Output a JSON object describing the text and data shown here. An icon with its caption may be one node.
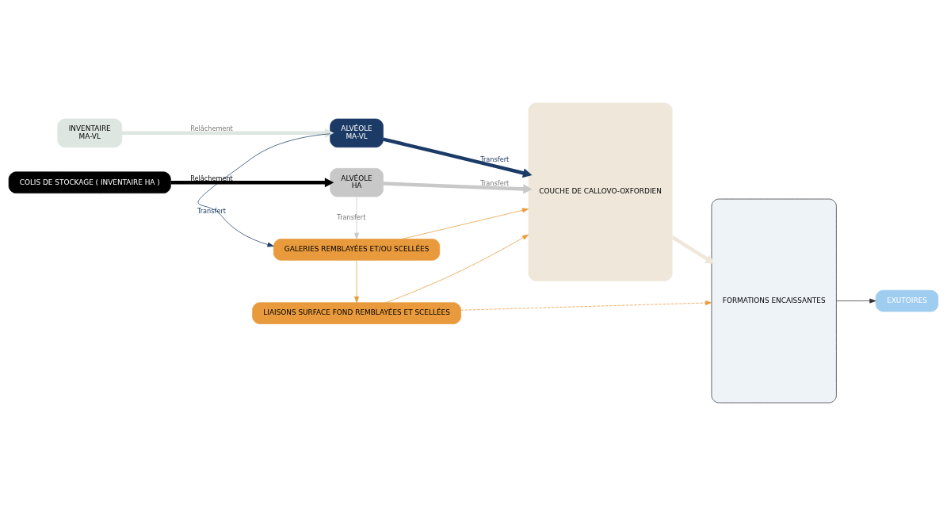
{
  "diagram": {
    "nodes": [
      {
        "text": [
          "INVENTAIRE",
          "MA-VL"
        ]
      },
      {
        "text": [
          "ALVÉOLE",
          "MA-VL"
        ]
      },
      {
        "text": [
          "COLIS DE STOCKAGE ( INVENTAIRE HA )"
        ]
      },
      {
        "text": [
          "ALVÉOLE",
          "HA"
        ]
      },
      {
        "text": [
          "GALERIES REMBLAYÉES ET/OU SCELLÉES"
        ]
      },
      {
        "text": [
          "LIAISONS SURFACE FOND REMBLAYÉES ET SCELLÉES"
        ]
      },
      {
        "text": [
          "COUCHE DE CALLOVO-OXFORDIEN"
        ]
      },
      {
        "text": [
          "FORMATIONS ENCAISSANTES"
        ]
      },
      {
        "text": [
          "EXUTOIRES"
        ]
      }
    ],
    "edges": [
      {
        "from": 0,
        "to": 1,
        "arrow": "to",
        "label": "Relâchement",
        "style": "thick",
        "color": "#dde6e1"
      },
      {
        "from": 1,
        "to": 6,
        "arrow": "to",
        "label": "Transfert",
        "style": "thick",
        "color": "#1b3a66"
      },
      {
        "from": 1,
        "to": 4,
        "arrow": "to",
        "label": "Transfert",
        "color": "#1b3a66"
      },
      {
        "from": 2,
        "to": 3,
        "arrow": "to",
        "label": "Relâchement",
        "style": "thick",
        "color": "#000000"
      },
      {
        "from": 3,
        "to": 6,
        "arrow": "to",
        "label": "Transfert",
        "style": "thick",
        "color": "#c8c8c8"
      },
      {
        "from": 3,
        "to": 4,
        "arrow": "to",
        "label": "Transfert",
        "color": "#c8c8c8"
      },
      {
        "from": 4,
        "to": 6,
        "arrow": "to",
        "color": "#e89a3c"
      },
      {
        "from": 4,
        "to": 5,
        "arrow": "to",
        "color": "#e89a3c"
      },
      {
        "from": 5,
        "to": 6,
        "arrow": "to",
        "color": "#e89a3c"
      },
      {
        "from": 5,
        "to": 7,
        "arrow": "to",
        "style": "dashed",
        "color": "#e89a3c"
      },
      {
        "from": 6,
        "to": 7,
        "arrow": "to",
        "style": "thick",
        "color": "#efe8da"
      },
      {
        "from": 7,
        "to": 8,
        "arrow": "to",
        "color": "#333333"
      }
    ]
  }
}
